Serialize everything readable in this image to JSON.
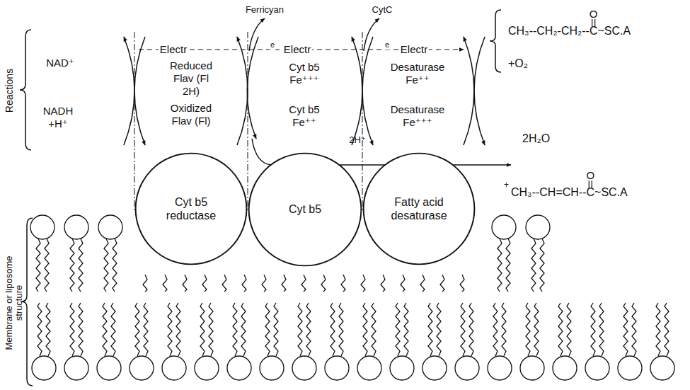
{
  "diagram": {
    "nodes": [
      {
        "text": [
          "Cyt b5 reductase"
        ]
      },
      {
        "text": [
          "Cyt b5"
        ]
      },
      {
        "text": [
          "Fatty acid desaturase"
        ]
      }
    ],
    "labels": [
      "Reactions",
      "NAD⁺",
      "NADH +H⁺",
      "Electr",
      "Ferricyan",
      "e",
      "Electr",
      "CytC",
      "e",
      "Electr",
      "Reduced Flav (Fl 2H)",
      "Oxidized Flav (Fl)",
      "Cyt b5 Fe⁺⁺⁺",
      "Cyt b5 Fe⁺⁺",
      "Desaturase Fe⁺⁺",
      "Desaturase Fe⁺⁺⁺",
      "2H⁺",
      "O",
      "CH₃--CH₂-CH₂--C~SC.A",
      "+O₂",
      "2H₂O",
      "O",
      "+",
      "CH₃--CH=CH--C~SC.A",
      "Membrane or liposome structure"
    ]
  }
}
